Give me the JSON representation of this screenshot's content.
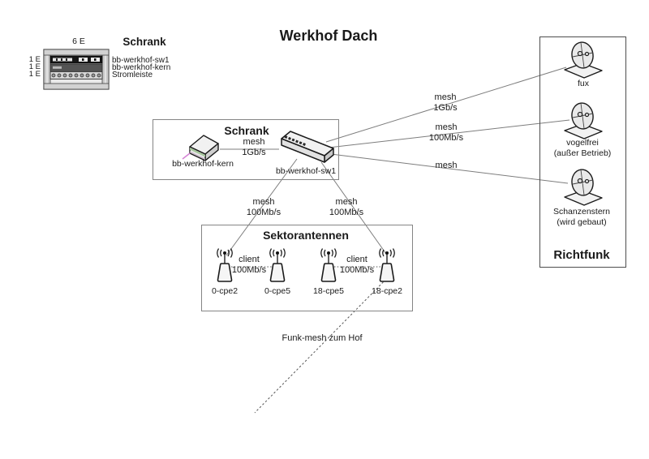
{
  "diagram_title": "Werkhof Dach",
  "colors": {
    "line": "#7d7d7d",
    "text": "#1a1a1a",
    "router_green": "#a6c79c",
    "router_pink": "#d583d5"
  },
  "rack": {
    "title": "Schrank",
    "total_units": "6 E",
    "units": [
      {
        "size": "1 E",
        "label": "bb-werkhof-sw1"
      },
      {
        "size": "1 E",
        "label": "bb-werkhof-kern"
      },
      {
        "size": "1 E",
        "label": "Stromleiste"
      }
    ]
  },
  "schrank": {
    "title": "Schrank",
    "kern_label": "bb-werkhof-kern",
    "sw1_label": "bb-werkhof-sw1",
    "link": {
      "l1": "mesh",
      "l2": "1Gb/s"
    }
  },
  "richtfunk": {
    "title": "Richtfunk",
    "dishes": [
      {
        "label": "fux"
      },
      {
        "label": "vogelfrei",
        "note": "(außer Betrieb)"
      },
      {
        "label": "Schanzenstern",
        "note": "(wird gebaut)"
      }
    ]
  },
  "sektor": {
    "title": "Sektorantennen",
    "antennas": [
      "0-cpe2",
      "0-cpe5",
      "18-cpe5",
      "18-cpe2"
    ],
    "client_left": {
      "l1": "client",
      "l2": "100Mb/s"
    },
    "client_right": {
      "l1": "client",
      "l2": "100Mb/s"
    }
  },
  "links": {
    "to_fux": {
      "l1": "mesh",
      "l2": "1Gb/s"
    },
    "to_vogelfrei": {
      "l1": "mesh",
      "l2": "100Mb/s"
    },
    "to_schanzenstern": {
      "l1": "mesh"
    },
    "to_cpe_left": {
      "l1": "mesh",
      "l2": "100Mb/s"
    },
    "to_cpe_right": {
      "l1": "mesh",
      "l2": "100Mb/s"
    },
    "funk_mesh": "Funk-mesh zum Hof"
  }
}
